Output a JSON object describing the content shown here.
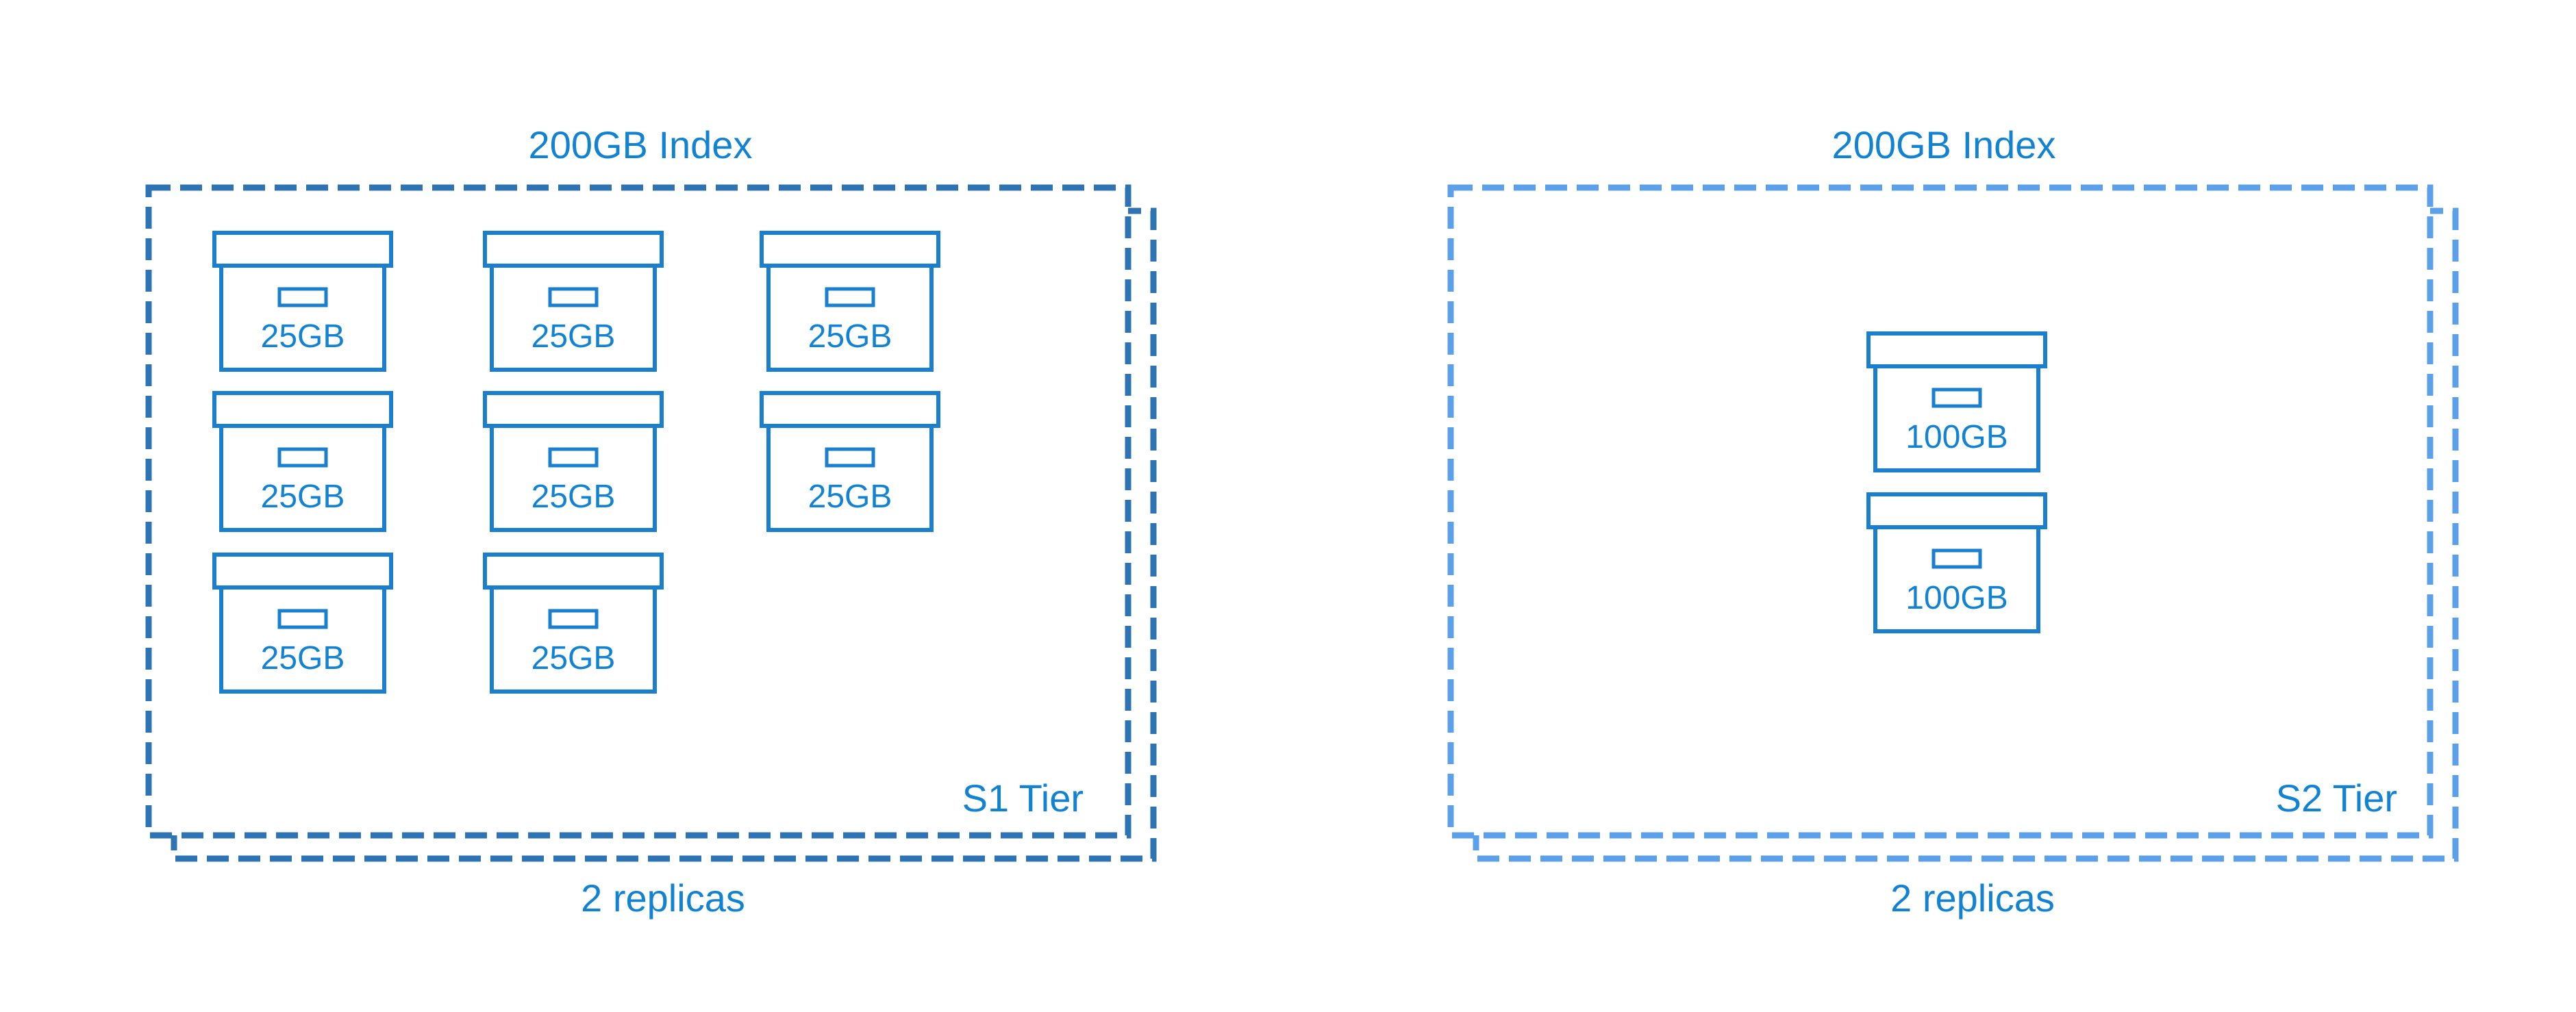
{
  "colors": {
    "text": "#1282d2",
    "s1_border": "#2e74b5",
    "s2_border": "#5ba0e8",
    "box_stroke": "#1a7fcf"
  },
  "left": {
    "index_label": "200GB Index",
    "tier_label": "S1 Tier",
    "replicas_label": "2 replicas",
    "partitions": [
      "25GB",
      "25GB",
      "25GB",
      "25GB",
      "25GB",
      "25GB",
      "25GB",
      "25GB"
    ]
  },
  "right": {
    "index_label": "200GB Index",
    "tier_label": "S2 Tier",
    "replicas_label": "2 replicas",
    "partitions": [
      "100GB",
      "100GB"
    ]
  },
  "icons": {
    "partition": "archive-box-icon"
  }
}
